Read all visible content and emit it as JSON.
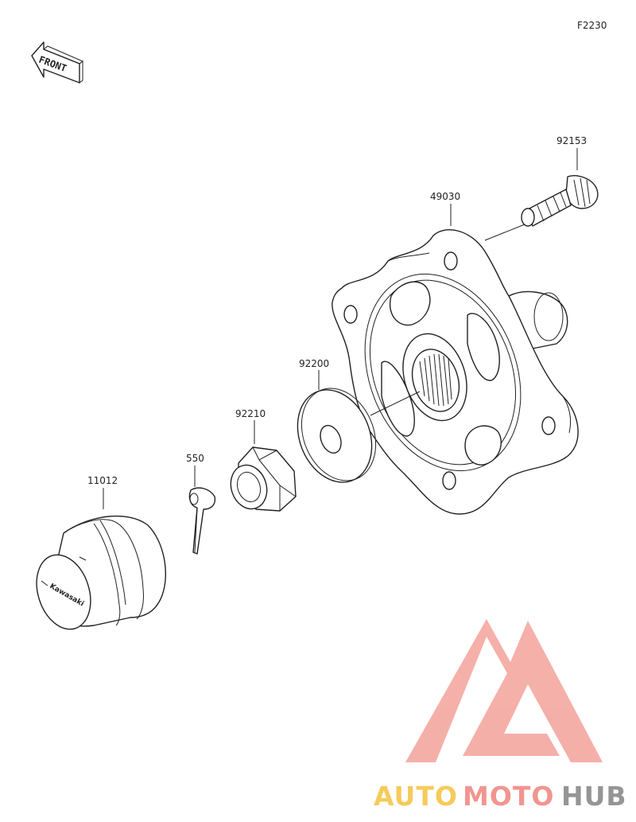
{
  "figure_code": "F2230",
  "front_label": "FRONT",
  "parts": [
    {
      "number": "92153"
    },
    {
      "number": "49030"
    },
    {
      "number": "92200"
    },
    {
      "number": "92210"
    },
    {
      "number": "550"
    },
    {
      "number": "11012"
    }
  ],
  "cap_brand": "Kawasaki",
  "watermark": {
    "part1": "AUTO",
    "part2": "MOTO",
    "part3": "HUB",
    "color_part1": "#f6c64a",
    "color_part2": "#f08a84",
    "color_part3": "#8a8a8a",
    "triangle_color": "#f4a7a0"
  }
}
